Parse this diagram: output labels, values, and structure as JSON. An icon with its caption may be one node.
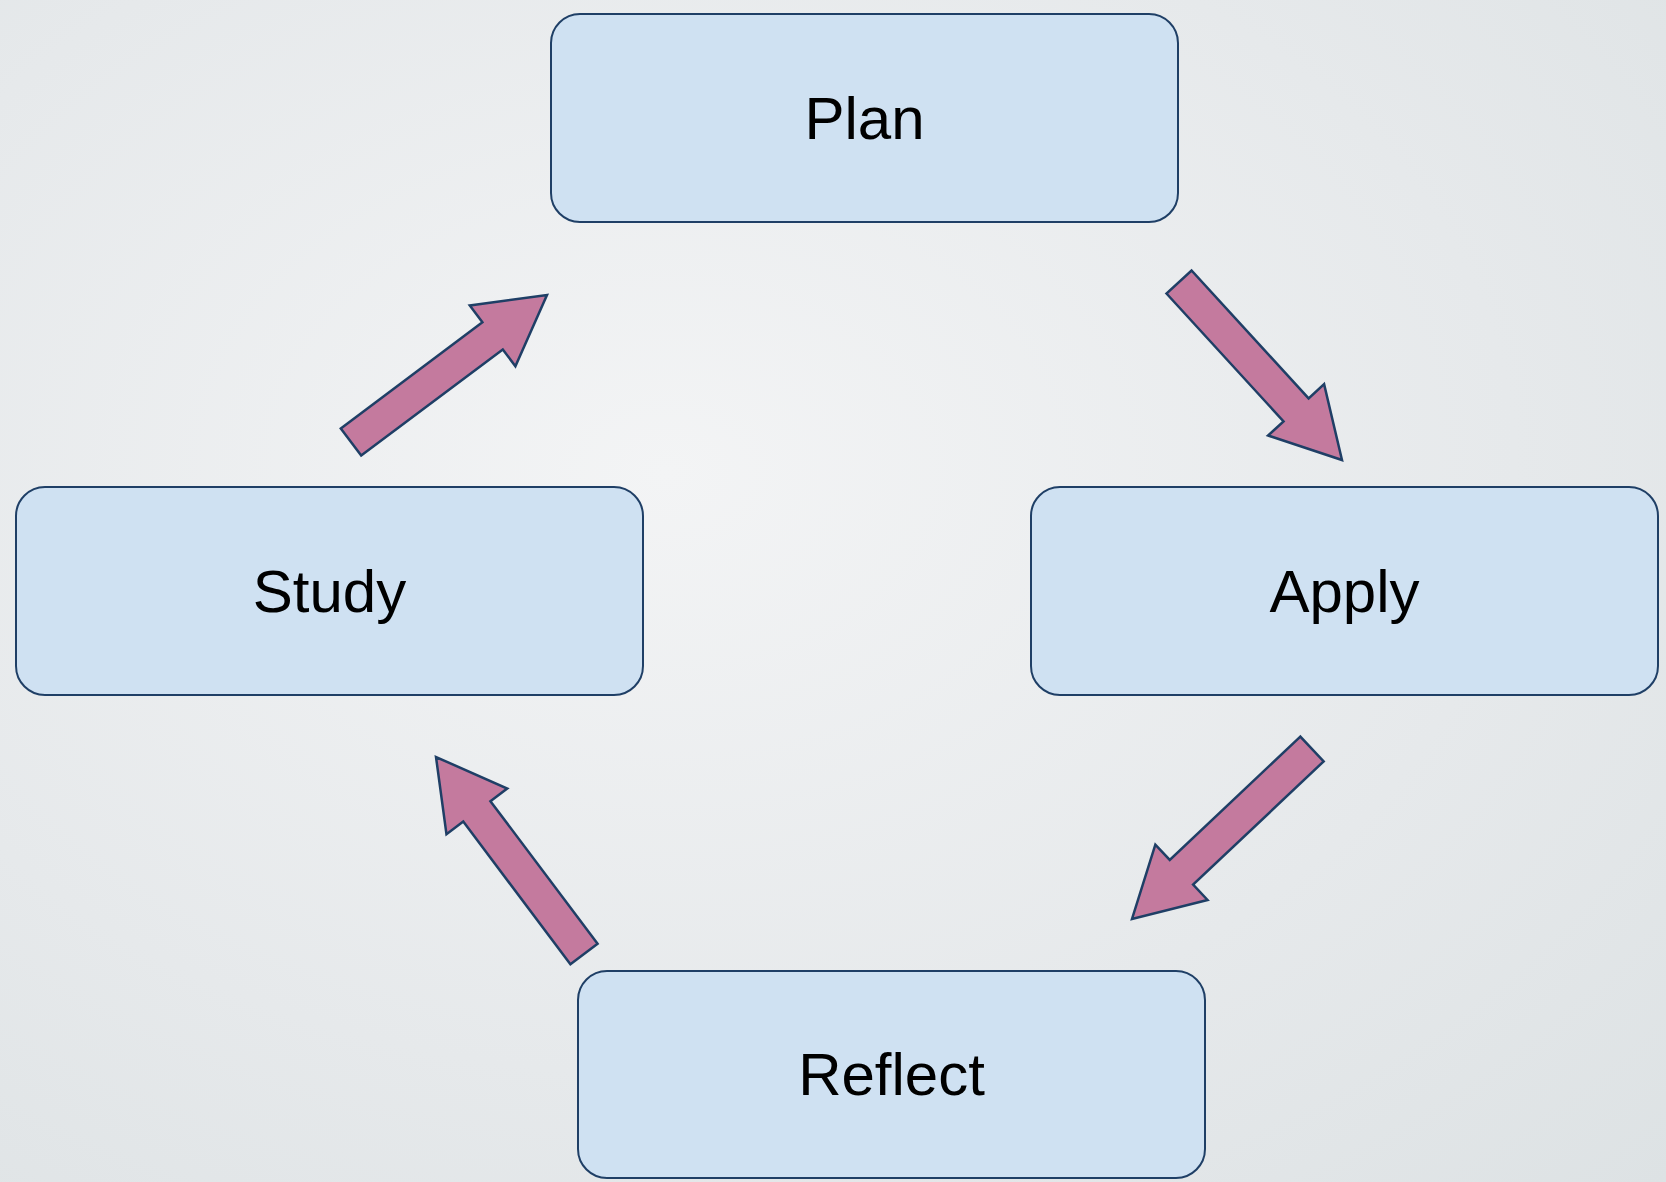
{
  "diagram": {
    "nodes": [
      {
        "text": [
          "Plan"
        ]
      },
      {
        "text": [
          "Study"
        ]
      },
      {
        "text": [
          "Apply"
        ]
      },
      {
        "text": [
          "Reflect"
        ]
      }
    ],
    "edges": [
      {
        "from": 1,
        "to": 0,
        "arrow": "to"
      },
      {
        "from": 0,
        "to": 2,
        "arrow": "to"
      },
      {
        "from": 2,
        "to": 3,
        "arrow": "to"
      },
      {
        "from": 3,
        "to": 1,
        "arrow": "to"
      }
    ]
  }
}
